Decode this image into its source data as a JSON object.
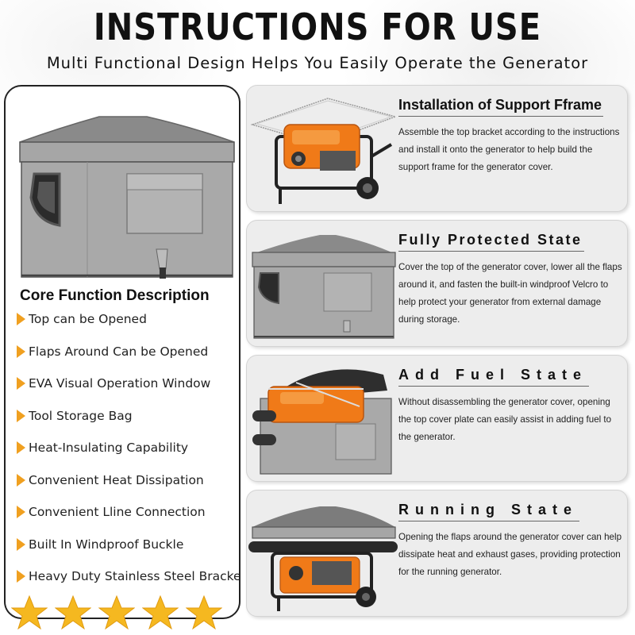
{
  "header": {
    "title": "INSTRUCTIONS FOR USE",
    "subtitle": "Multi Functional Design Helps You Easily Operate the Generator"
  },
  "core_functions": {
    "title": "Core Function Description",
    "items": [
      "Top can be Opened",
      "Flaps Around Can be Opened",
      "EVA Visual Operation Window",
      "Tool Storage Bag",
      "Heat-Insulating Capability",
      "Convenient Heat Dissipation",
      "Convenient Lline Connection",
      "Built In Windproof Buckle",
      "Heavy Duty Stainless Steel Bracket"
    ],
    "rating_stars": 5
  },
  "cards": [
    {
      "title": "Installation of Support Fframe",
      "description": "Assemble the top bracket according to the instructions and install it onto the generator to help build the support frame for the generator cover."
    },
    {
      "title": "Fully Protected State",
      "description": "Cover the top of the generator cover, lower all the flaps around it, and fasten the built-in windproof Velcro to help protect your generator from external damage during storage."
    },
    {
      "title": "Add Fuel State",
      "description": "Without disassembling the generator cover, opening the top cover plate can easily assist in adding fuel to the generator."
    },
    {
      "title": "Running State",
      "description": "Opening the flaps around the generator cover can help dissipate heat and exhaust gases, providing protection for the running generator."
    }
  ],
  "colors": {
    "accent": "#f0a020",
    "star": "#f5b820",
    "cover_gray": "#9c9c9c",
    "card_bg": "#ededed",
    "generator_orange": "#f07a18"
  }
}
